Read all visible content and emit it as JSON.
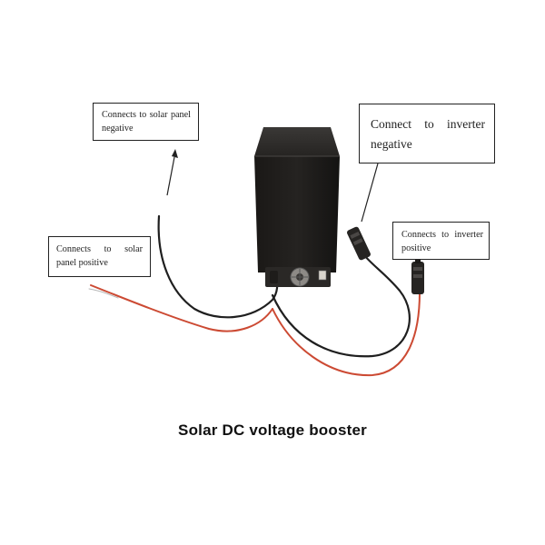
{
  "callouts": {
    "solar_negative": "Connects to solar panel negative",
    "solar_positive": "Connects to solar panel positive",
    "inverter_negative": "Connect to inverter negative",
    "inverter_positive": "Connects to inverter positive"
  },
  "caption": "Solar DC voltage booster",
  "colors": {
    "box": "#1c1a18",
    "black_wire": "#1f1f1f",
    "red_wire": "#cc4a33",
    "background": "#ffffff"
  },
  "icons": [
    "voltage-booster-unit",
    "cooling-fan-icon",
    "mc4-connector-icon",
    "arrow-icon"
  ]
}
